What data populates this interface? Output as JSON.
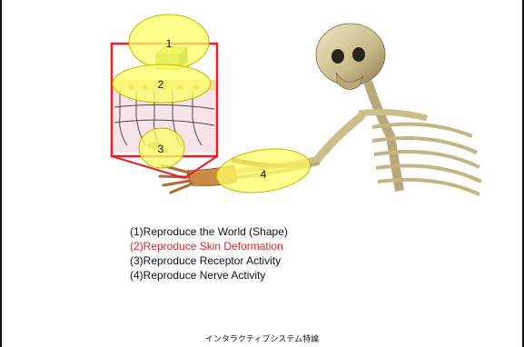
{
  "figure": {
    "ellipse_labels": [
      "1",
      "2",
      "3",
      "4"
    ]
  },
  "list": {
    "items": [
      {
        "text": "(1)Reproduce the World (Shape)",
        "color": "#111111"
      },
      {
        "text": "(2)Reproduce Skin Deformation",
        "color": "#e02020"
      },
      {
        "text": "(3)Reproduce Receptor Activity",
        "color": "#111111"
      },
      {
        "text": "(4)Reproduce Nerve Activity",
        "color": "#111111"
      }
    ]
  },
  "footer": {
    "text": "インタラクティブシステム特論"
  },
  "colors": {
    "highlight": "#ffff66",
    "highlight_stroke": "#c8b400",
    "callout": "#ee1c24",
    "bone": "#c9ba8a"
  }
}
